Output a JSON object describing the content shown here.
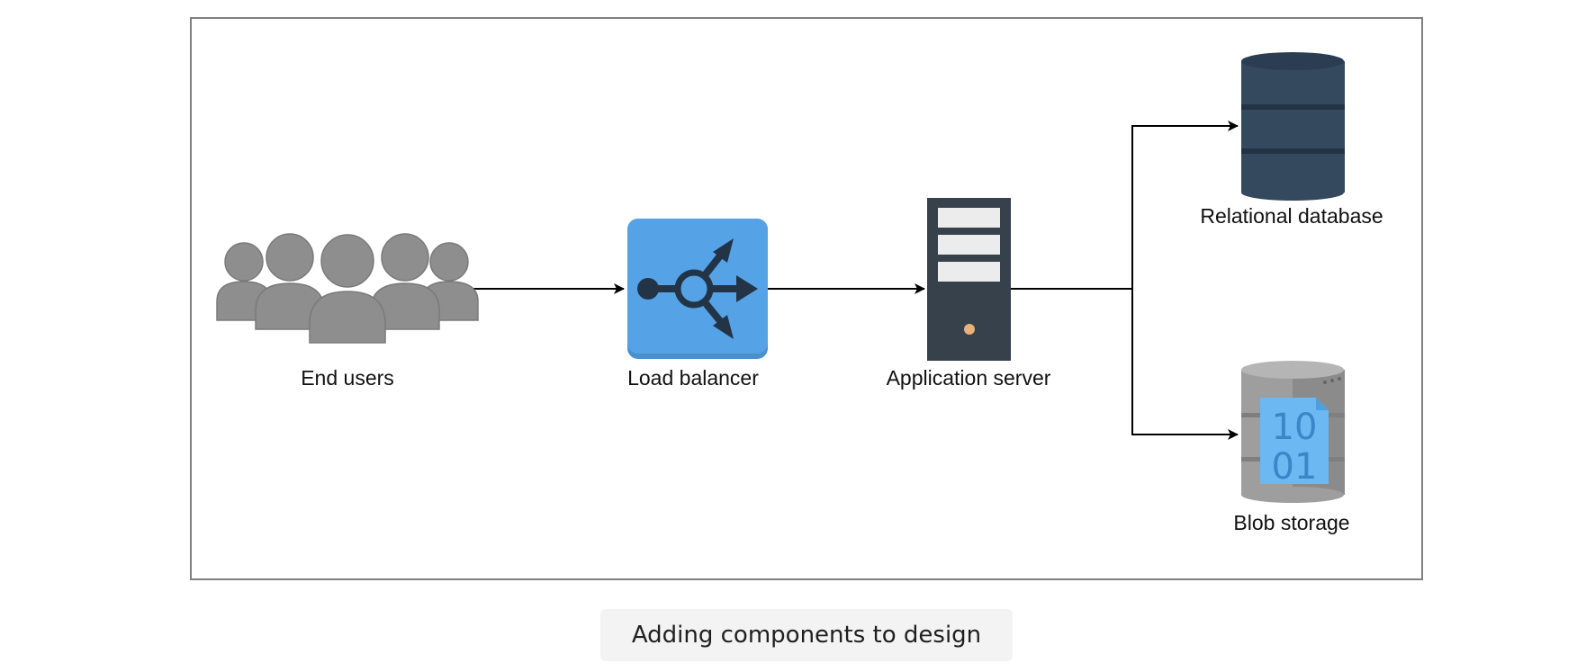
{
  "diagram": {
    "nodes": [
      {
        "id": "end_users",
        "label": "End users",
        "icon": "users-group-icon"
      },
      {
        "id": "load_balancer",
        "label": "Load balancer",
        "icon": "load-balancer-icon"
      },
      {
        "id": "app_server",
        "label": "Application server",
        "icon": "server-tower-icon"
      },
      {
        "id": "relational_db",
        "label": "Relational database",
        "icon": "database-icon"
      },
      {
        "id": "blob_storage",
        "label": "Blob storage",
        "icon": "blob-storage-icon"
      }
    ],
    "edges": [
      {
        "from": "end_users",
        "to": "load_balancer"
      },
      {
        "from": "load_balancer",
        "to": "app_server"
      },
      {
        "from": "app_server",
        "to": "relational_db"
      },
      {
        "from": "app_server",
        "to": "blob_storage"
      }
    ],
    "blob_icon_digits": [
      "10",
      "01"
    ]
  },
  "caption": "Adding components to design",
  "colors": {
    "frame": "#808080",
    "users": "#8e8e8e",
    "load_balancer": "#55a3e6",
    "load_balancer_glyph": "#233446",
    "server": "#36414b",
    "database": "#34495e",
    "blob_body": "#9e9e9e",
    "blob_file": "#6bb8f2",
    "arrows": "#000000"
  }
}
